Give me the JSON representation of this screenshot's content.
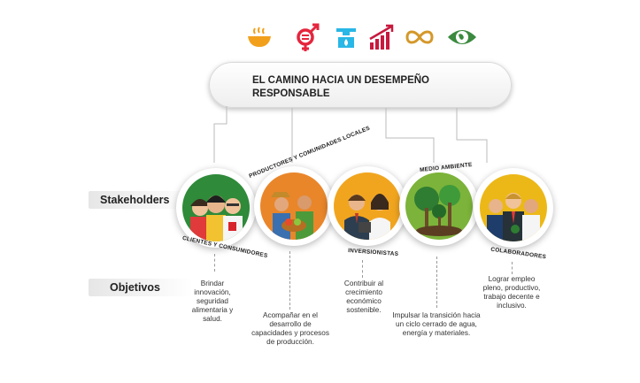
{
  "icons": [
    {
      "name": "food-bowl-icon",
      "color": "#f2a01c"
    },
    {
      "name": "gender-equality-icon",
      "color": "#e5253d"
    },
    {
      "name": "water-tap-icon",
      "color": "#28b7e6"
    },
    {
      "name": "growth-chart-icon",
      "color": "#c8193e"
    },
    {
      "name": "infinity-cycle-icon",
      "color": "#d4982a"
    },
    {
      "name": "eye-globe-icon",
      "color": "#3b8a3f"
    }
  ],
  "banner": {
    "title": "EL CAMINO HACIA UN DESEMPEÑO RESPONSABLE"
  },
  "rows": {
    "stakeholders": "Stakeholders",
    "objetivos": "Objetivos"
  },
  "stakeholders": [
    {
      "label": "CLIENTES Y CONSUMIDORES",
      "color": "#2f8a3a",
      "objective": "Brindar innovación, seguridad alimentaria y salud."
    },
    {
      "label": "PRODUCTORES Y COMUNIDADES LOCALES",
      "color": "#e9862a",
      "objective": "Acompañar en el desarrollo de capacidades y procesos de producción."
    },
    {
      "label": "INVERSIONISTAS",
      "color": "#f1a51f",
      "objective": "Contribuir al crecimiento económico sostenible."
    },
    {
      "label": "MEDIO AMBIENTE",
      "color": "#7cb33a",
      "objective": "Impulsar la transición hacia un ciclo cerrado de agua, energía y materiales."
    },
    {
      "label": "COLABORADORES",
      "color": "#ecb818",
      "objective": "Lograr empleo pleno, productivo, trabajo decente e inclusivo."
    }
  ]
}
